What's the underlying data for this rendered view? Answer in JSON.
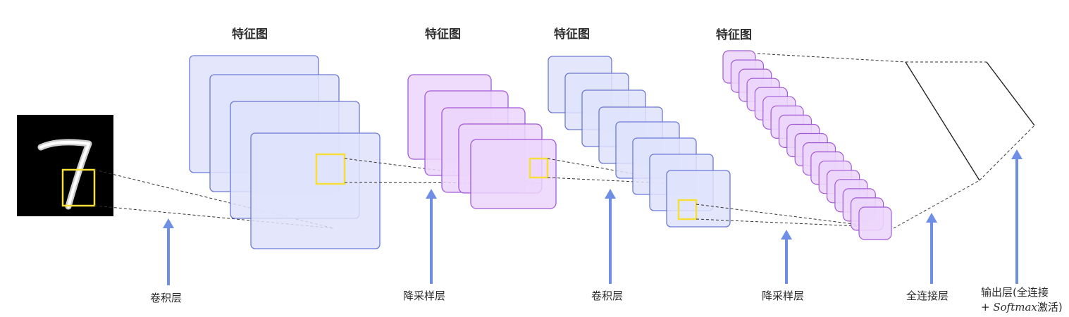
{
  "diagram": {
    "feature_map_title": "特征图",
    "layers": {
      "conv1": "卷积层",
      "pool1": "降采样层",
      "conv2": "卷积层",
      "pool2": "降采样层",
      "fc": "全连接层",
      "output_line1": "输出层(全连接",
      "output_line2_prefix": "+ ",
      "output_line2_italic": "Softmax",
      "output_line2_suffix": "激活)"
    },
    "input_digit": "7",
    "colors": {
      "conv_fill": "#dfe3fb",
      "conv_stroke": "#6b79d8",
      "pool_fill": "#ecd6fb",
      "pool_stroke": "#a25ad6",
      "arrow": "#6f8ee6",
      "receptive_field": "#f7df3a"
    }
  }
}
